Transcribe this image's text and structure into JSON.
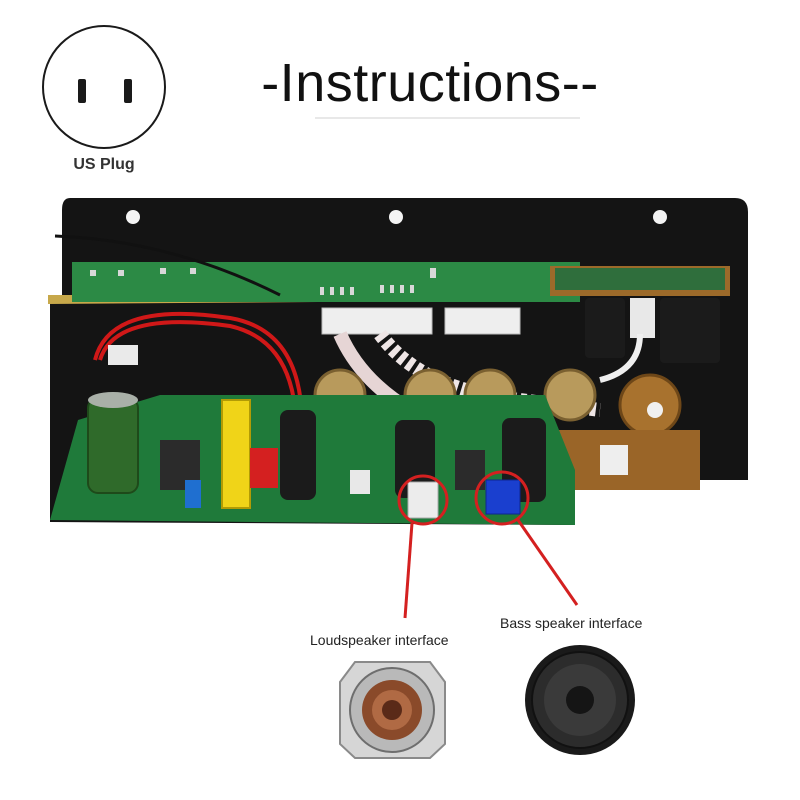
{
  "plug": {
    "label": "US Plug"
  },
  "title": "-Instructions--",
  "interfaces": {
    "loudspeaker_label": "Loudspeaker interface",
    "bass_label": "Bass speaker interface"
  },
  "colors": {
    "callout_red": "#d42020",
    "pcb_green": "#1f7a3a",
    "plate_black": "#141414"
  }
}
